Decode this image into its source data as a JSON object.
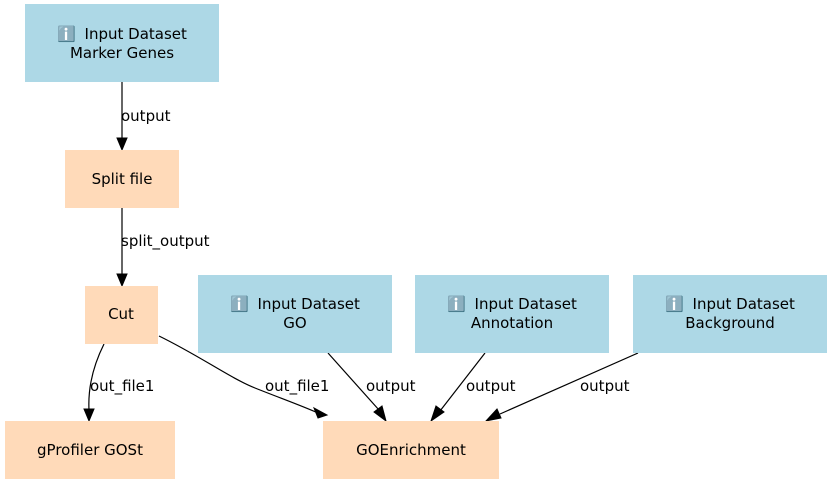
{
  "colors": {
    "input_node": "#add8e6",
    "tool_node": "#ffdab9",
    "edge": "#000000"
  },
  "icons": {
    "input": "info-icon"
  },
  "nodes": {
    "input_marker": {
      "icon": "ℹ️",
      "line1": "Input Dataset",
      "line2": "Marker Genes"
    },
    "split_file": {
      "label": "Split file"
    },
    "cut": {
      "label": "Cut"
    },
    "input_go": {
      "icon": "ℹ️",
      "line1": "Input Dataset",
      "line2": "GO"
    },
    "input_annotation": {
      "icon": "ℹ️",
      "line1": "Input Dataset",
      "line2": "Annotation"
    },
    "input_background": {
      "icon": "ℹ️",
      "line1": "Input Dataset",
      "line2": "Background"
    },
    "gprofiler": {
      "label": "gProfiler GOSt"
    },
    "goenrichment": {
      "label": "GOEnrichment"
    }
  },
  "edges": {
    "marker_to_split": "output",
    "split_to_cut": "split_output",
    "cut_to_gprofiler": "out_file1",
    "cut_to_goenrichment": "out_file1",
    "go_to_goenrichment": "output",
    "annotation_to_goenrichment": "output",
    "background_to_goenrichment": "output"
  }
}
